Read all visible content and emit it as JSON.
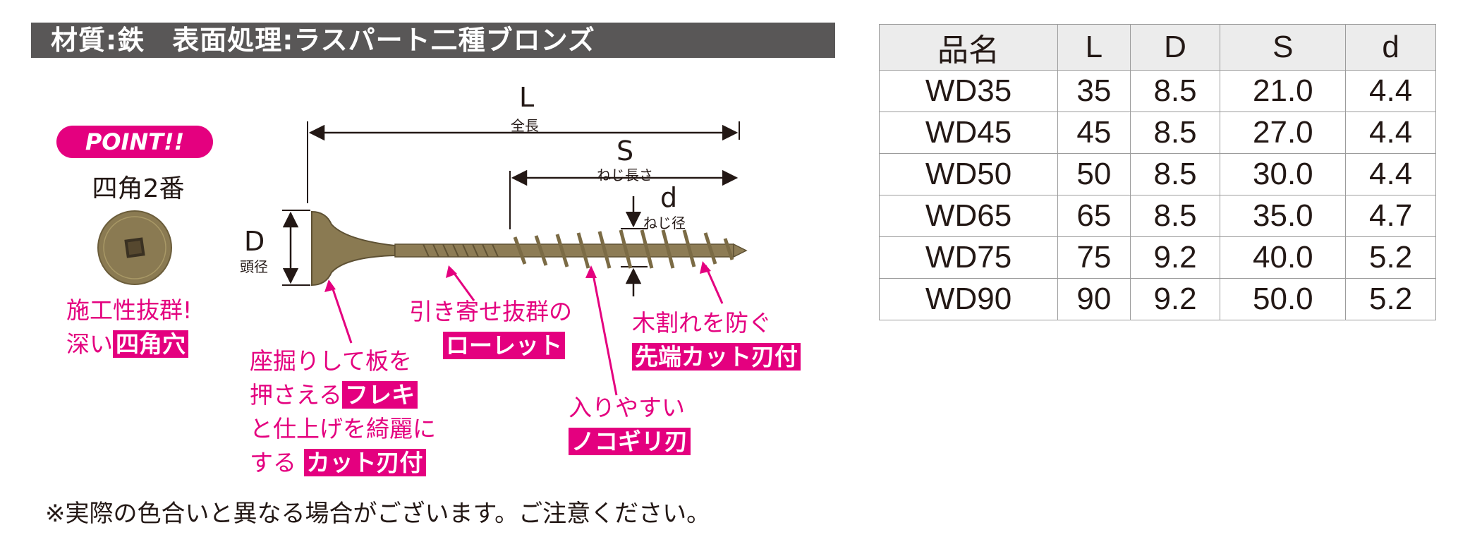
{
  "header": {
    "text": "材質:鉄　表面処理:ラスパート二種ブロンズ"
  },
  "point": {
    "badge": "POINT",
    "badge_marks": "!!",
    "drive_label": "四角2番"
  },
  "dimensions": {
    "L": {
      "letter": "L",
      "caption": "全長"
    },
    "S": {
      "letter": "S",
      "caption": "ねじ長さ"
    },
    "d": {
      "letter": "d",
      "caption": "ねじ径"
    },
    "D": {
      "letter": "D",
      "caption": "頭径"
    }
  },
  "callouts": {
    "drive": {
      "line1": "施工性抜群!",
      "line2_prefix": "深い",
      "line2_highlight": "四角穴"
    },
    "knurl": {
      "line1": "引き寄せ抜群の",
      "highlight": "ローレット"
    },
    "tip": {
      "line1": "木割れを防ぐ",
      "highlight": "先端カット刃付"
    },
    "flake": {
      "line1": "座掘りして板を",
      "line2_prefix": "押さえる",
      "line2_highlight": "フレキ",
      "line3": "と仕上げを綺麗に",
      "line4_prefix": "する",
      "line4_highlight": "カット刃付"
    },
    "saw": {
      "line1": "入りやすい",
      "highlight": "ノコギリ刃"
    }
  },
  "table": {
    "headers": [
      "品名",
      "L",
      "D",
      "S",
      "d"
    ],
    "rows": [
      [
        "WD35",
        "35",
        "8.5",
        "21.0",
        "4.4"
      ],
      [
        "WD45",
        "45",
        "8.5",
        "27.0",
        "4.4"
      ],
      [
        "WD50",
        "50",
        "8.5",
        "30.0",
        "4.4"
      ],
      [
        "WD65",
        "65",
        "8.5",
        "35.0",
        "4.7"
      ],
      [
        "WD75",
        "75",
        "9.2",
        "40.0",
        "5.2"
      ],
      [
        "WD90",
        "90",
        "9.2",
        "50.0",
        "5.2"
      ]
    ]
  },
  "footnote": "※実際の色合いと異なる場合がございます。ご注意ください。",
  "colors": {
    "accent": "#e4007f",
    "header_bg": "#595757",
    "screw": "#8a7a52"
  }
}
